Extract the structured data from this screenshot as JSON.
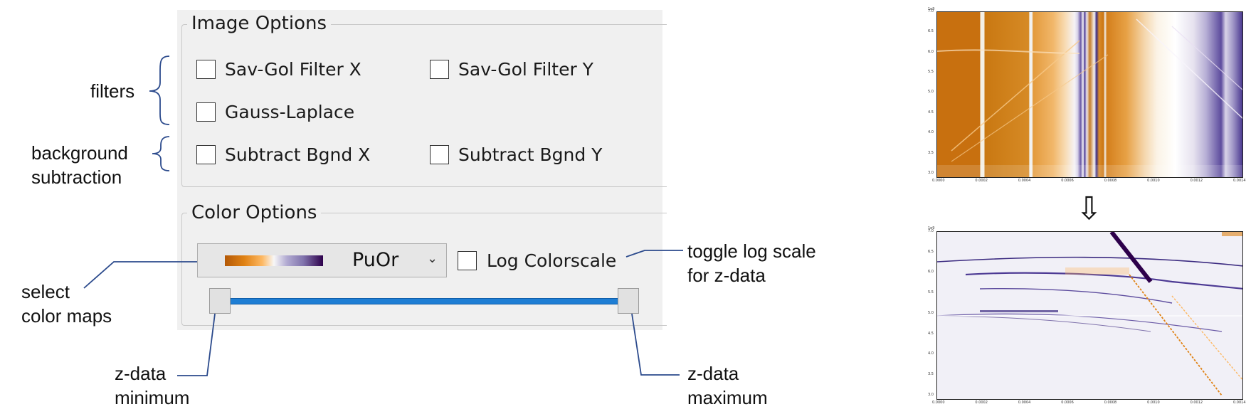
{
  "image_options": {
    "title": "Image Options",
    "checkboxes": {
      "savgol_x": {
        "label": "Sav-Gol Filter X",
        "checked": false
      },
      "savgol_y": {
        "label": "Sav-Gol Filter Y",
        "checked": false
      },
      "gauss_laplace": {
        "label": "Gauss-Laplace",
        "checked": false
      },
      "subtract_bgnd_x": {
        "label": "Subtract Bgnd X",
        "checked": false
      },
      "subtract_bgnd_y": {
        "label": "Subtract Bgnd Y",
        "checked": false
      }
    }
  },
  "color_options": {
    "title": "Color Options",
    "colormap": {
      "selected": "PuOr",
      "swatch_colors": [
        "#b35806",
        "#fdb863",
        "#f7f7f7",
        "#b2abd2",
        "#2d004b"
      ]
    },
    "log_colorscale": {
      "label": "Log Colorscale",
      "checked": false
    },
    "z_range": {
      "min_fraction": 0.0,
      "max_fraction": 1.0,
      "track_color": "#1e7ed4"
    }
  },
  "annotations": {
    "filters": "filters",
    "background_subtraction": [
      "background",
      "subtraction"
    ],
    "select_color_maps": [
      "select",
      "color maps"
    ],
    "toggle_log_scale": [
      "toggle log scale",
      "for z-data"
    ],
    "z_data_minimum": [
      "z-data",
      "minimum"
    ],
    "z_data_maximum": [
      "z-data",
      "maximum"
    ]
  },
  "plots": {
    "top": {
      "colormap": "PuOr",
      "exponent_label": "1e9",
      "y_ticks": [
        "7.0",
        "6.5",
        "6.0",
        "5.5",
        "5.0",
        "4.5",
        "4.0",
        "3.5",
        "3.0"
      ],
      "x_ticks": [
        "0.0000",
        "0.0002",
        "0.0004",
        "0.0006",
        "0.0008",
        "0.0010",
        "0.0012",
        "0.0014"
      ]
    },
    "bottom": {
      "colormap": "PuOr",
      "exponent_label": "1e9",
      "y_ticks": [
        "7.0",
        "6.5",
        "6.0",
        "5.5",
        "5.0",
        "4.5",
        "4.0",
        "3.5",
        "3.0"
      ],
      "x_ticks": [
        "0.0000",
        "0.0002",
        "0.0004",
        "0.0006",
        "0.0008",
        "0.0010",
        "0.0012",
        "0.0014"
      ]
    },
    "arrow_icon": "down-arrow-icon"
  }
}
